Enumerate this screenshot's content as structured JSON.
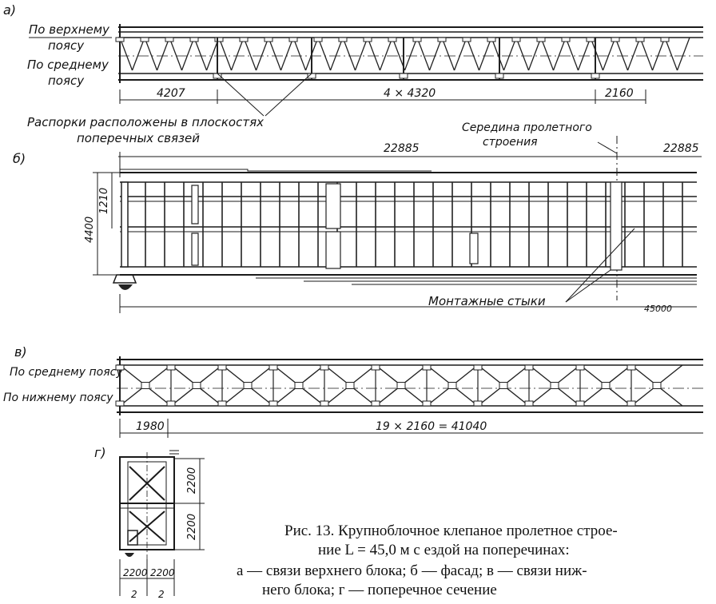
{
  "panel_a": {
    "label": "а)",
    "top_chord_label_1": "По верхнему",
    "top_chord_label_2": "поясу",
    "mid_chord_label_1": "По среднему",
    "mid_chord_label_2": "поясу",
    "dim_first": "4207",
    "dim_middle": "4 × 4320",
    "dim_last": "2160",
    "note_1": "Распорки расположены в плоскостях",
    "note_2": "поперечных связей"
  },
  "panel_b": {
    "label": "б)",
    "dim_half_left": "22885",
    "dim_half_right": "22885",
    "midspan_1": "Середина пролетного",
    "midspan_2": "строения",
    "dim_height": "4400",
    "dim_upper": "1210",
    "dim_total": "45000",
    "joints_label": "Монтажные стыки"
  },
  "panel_v": {
    "label": "в)",
    "mid_chord_label": "По среднему поясу",
    "bottom_chord_label": "По нижнему поясу",
    "dim_first": "1980",
    "dim_rest": "19 × 2160 = 41040"
  },
  "panel_g": {
    "label": "г)",
    "dim_h_upper": "2200",
    "dim_h_lower": "2200",
    "dim_w_left": "2200",
    "dim_w_right": "2200",
    "dim_small_left": "2",
    "dim_small_right": "2"
  },
  "caption": {
    "line1": "Рис. 13. Крупноблочное клепаное пролетное строе-",
    "line2": "ние L = 45,0 м с ездой на поперечинах:",
    "line3": "а — связи верхнего блока; б — фасад; в — связи ниж-",
    "line4": "него блока; г — поперечное сечение"
  }
}
